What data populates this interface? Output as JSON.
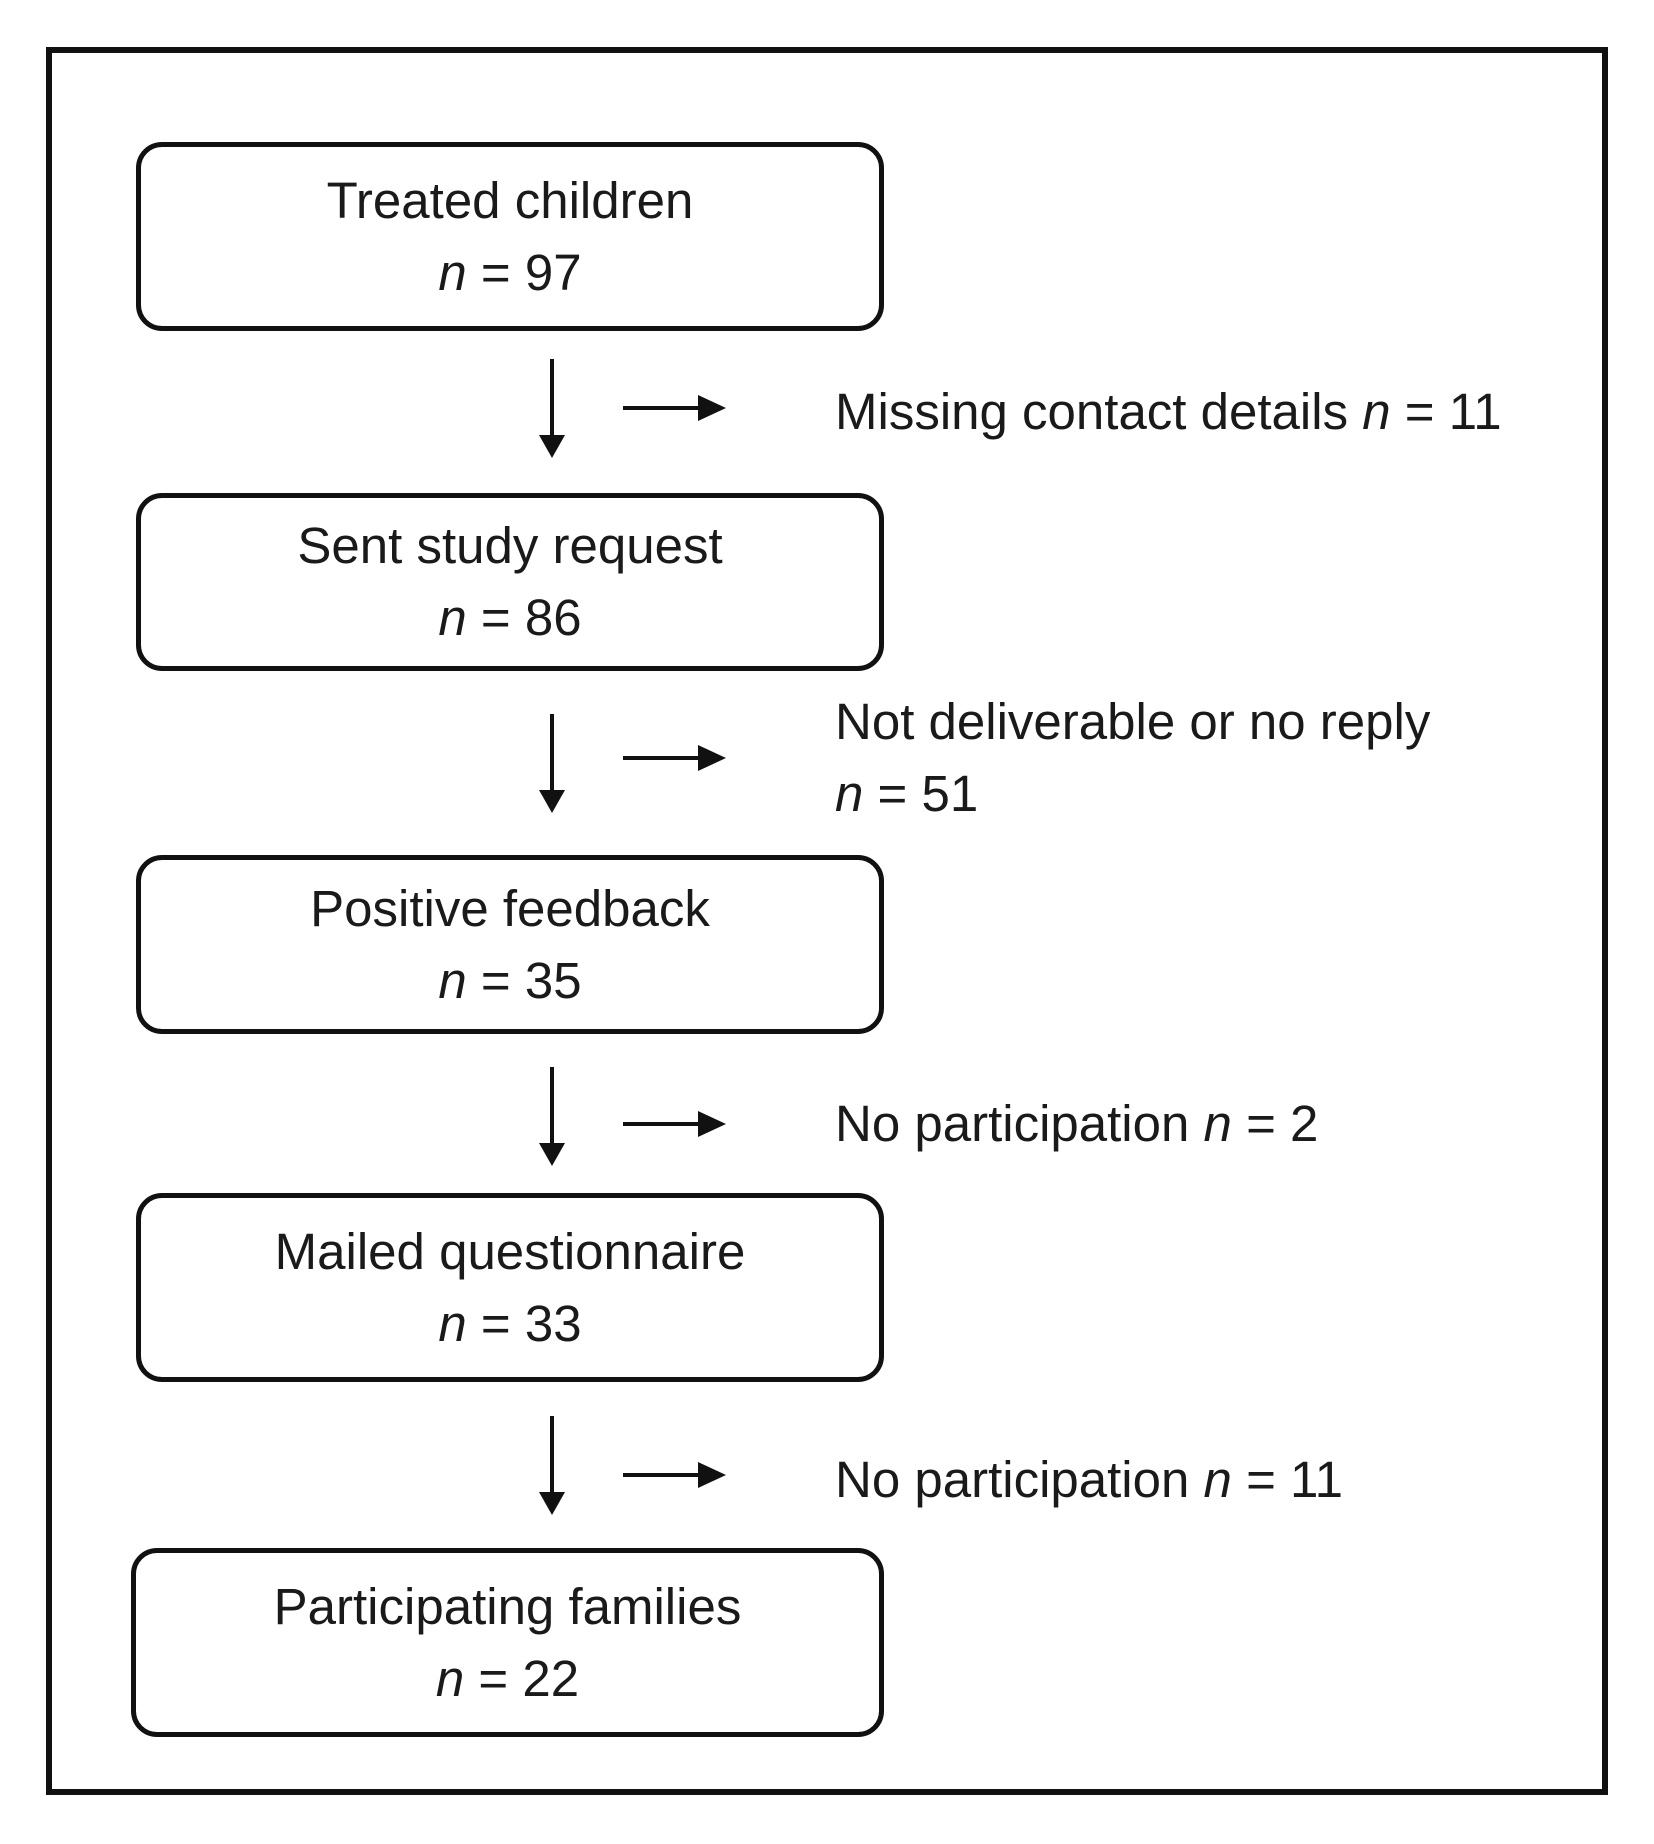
{
  "diagram": {
    "stages": [
      {
        "label": "Treated children",
        "n_symbol": "n",
        "count_text": "= 97"
      },
      {
        "label": "Sent study request",
        "n_symbol": "n",
        "count_text": "= 86"
      },
      {
        "label": "Positive feedback",
        "n_symbol": "n",
        "count_text": "= 35"
      },
      {
        "label": "Mailed questionnaire",
        "n_symbol": "n",
        "count_text": "= 33"
      },
      {
        "label": "Participating families",
        "n_symbol": "n",
        "count_text": "= 22"
      }
    ],
    "exclusions": [
      {
        "lines": [
          {
            "text": "Missing contact details ",
            "n_symbol": "n",
            "count_text": " = 11"
          }
        ]
      },
      {
        "lines": [
          {
            "text": "Not deliverable or no reply",
            "n_symbol": "",
            "count_text": ""
          },
          {
            "text": "",
            "n_symbol": "n",
            "count_text": " = 51"
          }
        ]
      },
      {
        "lines": [
          {
            "text": "No participation ",
            "n_symbol": "n",
            "count_text": " = 2"
          }
        ]
      },
      {
        "lines": [
          {
            "text": "No participation ",
            "n_symbol": "n",
            "count_text": " = 11"
          }
        ]
      }
    ]
  }
}
